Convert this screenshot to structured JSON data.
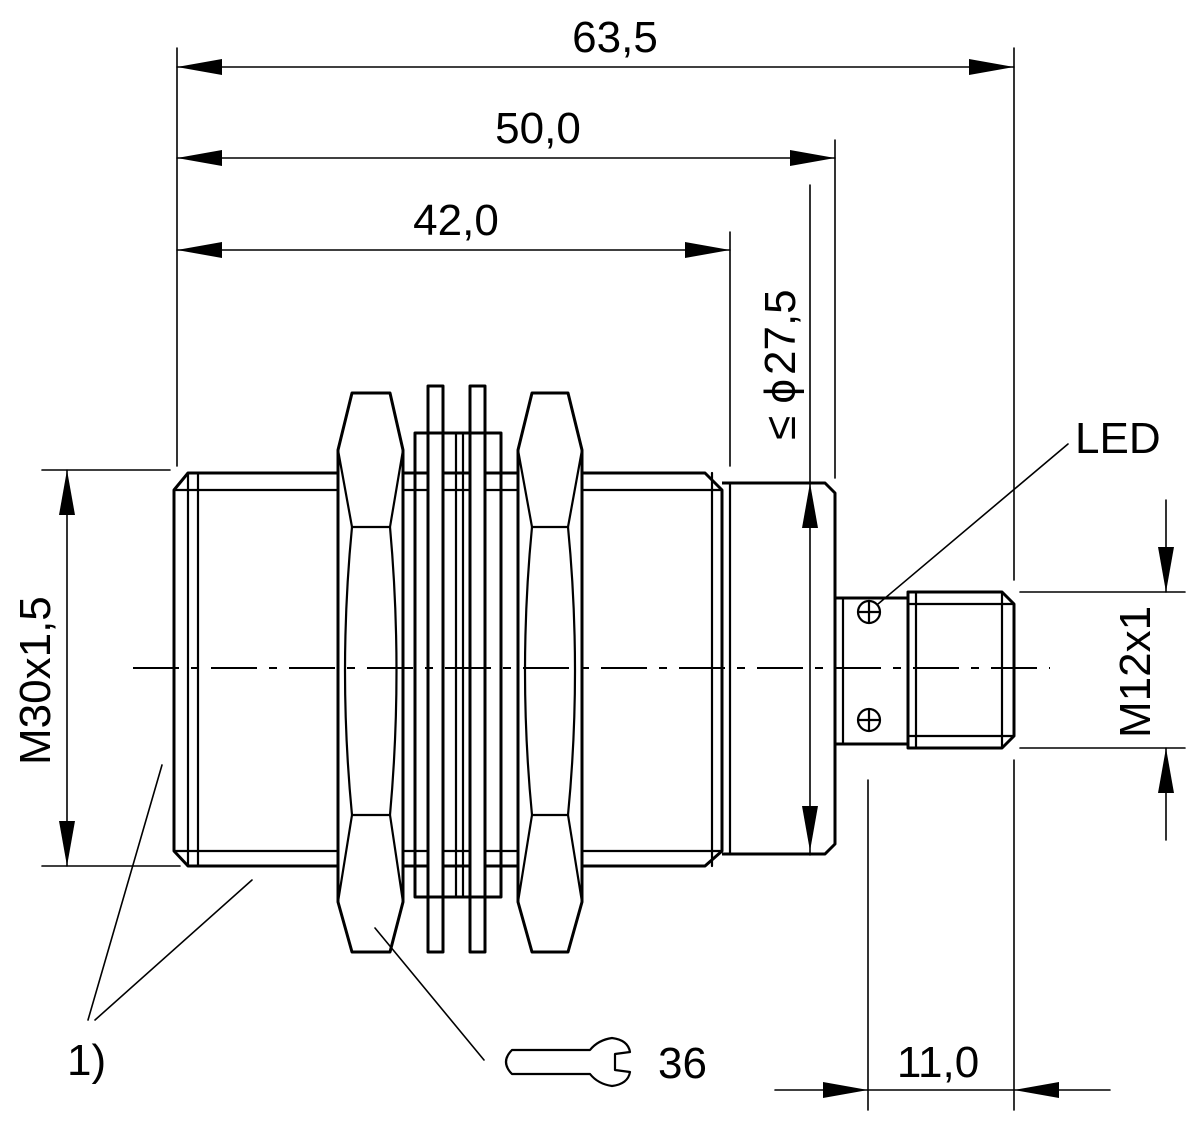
{
  "dimensions": {
    "overall_length": "63,5",
    "body_length": "50,0",
    "thread_length": "42,0",
    "max_diameter_symbol": "≤ ϕ",
    "max_diameter": "27,5",
    "thread": "M30x1,5",
    "connector_thread": "M12x1",
    "connector_length": "11,0"
  },
  "labels": {
    "led": "LED",
    "note": "1)",
    "wrench_size": "36"
  }
}
